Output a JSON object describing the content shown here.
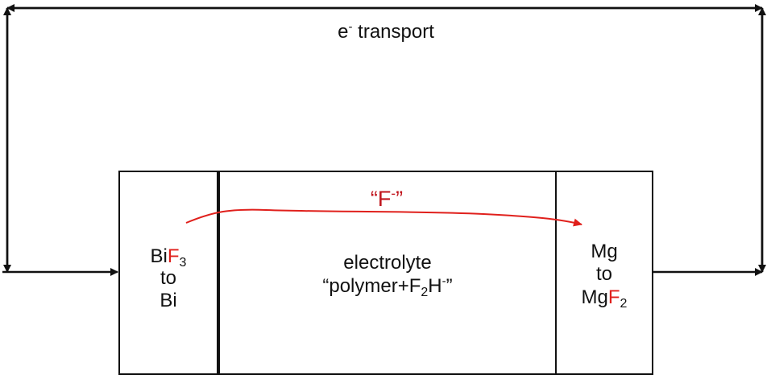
{
  "colors": {
    "line": "#111111",
    "fluoride": "#e0201c",
    "flux_label": "#c0141c"
  },
  "electron_path": {
    "label_main": "e",
    "label_sup": "-",
    "label_rest": " transport"
  },
  "flux": {
    "quote_open": "“F",
    "sup": "-",
    "quote_close": "”"
  },
  "cathode": {
    "line1_a": "Bi",
    "line1_red": "F",
    "line1_sub": "3",
    "line2": "to",
    "line3": "Bi"
  },
  "electrolyte": {
    "line1": "electrolyte",
    "line2_a": "“polymer+F",
    "line2_sub": "2",
    "line2_b": "H",
    "line2_sup": "-",
    "line2_c": "”"
  },
  "anode": {
    "line1": "Mg",
    "line2": "to",
    "line3_a": "Mg",
    "line3_red": "F",
    "line3_sub": "2"
  }
}
